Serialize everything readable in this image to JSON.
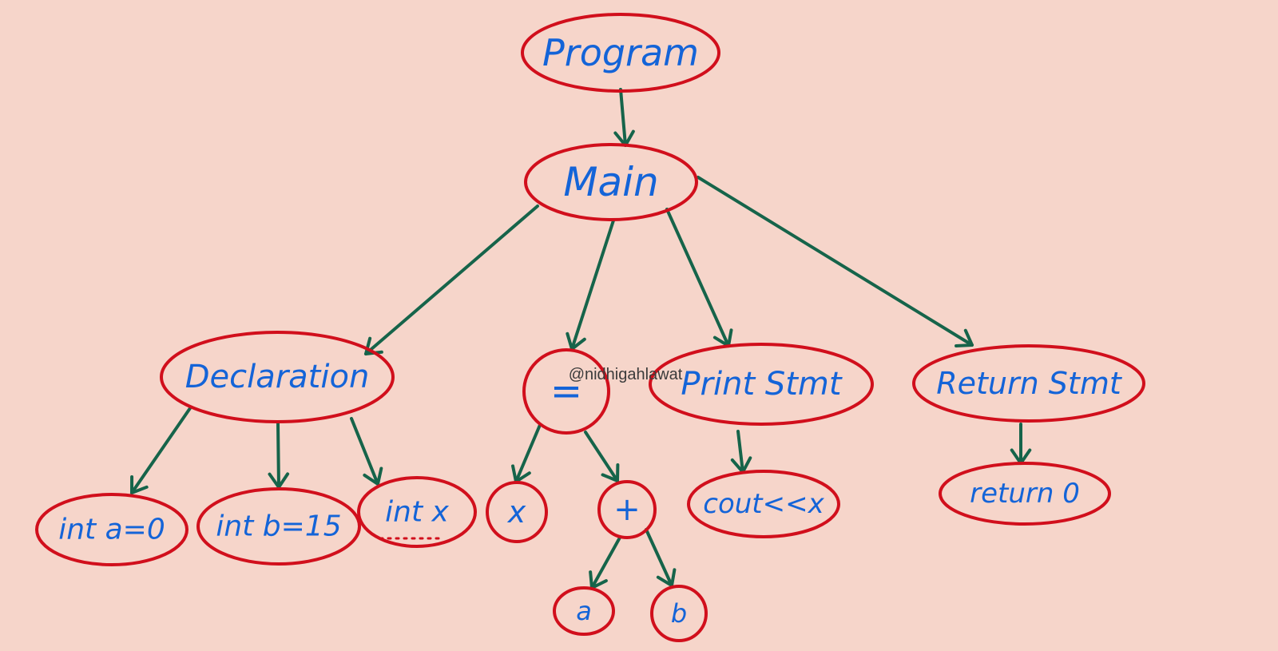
{
  "diagram": {
    "type": "tree",
    "colors": {
      "background": "#f6d5ca",
      "node_outline": "#d10f1c",
      "node_text": "#1464d8",
      "edge": "#16644a",
      "watermark": "#3b3b3b"
    },
    "nodes": {
      "program": "Program",
      "main": "Main",
      "declaration": "Declaration",
      "assign": "=",
      "print": "Print Stmt",
      "return": "Return Stmt",
      "int_a": "int a=0",
      "int_b": "int b=15",
      "int_x": "int x",
      "x": "x",
      "plus": "+",
      "cout": "cout<<x",
      "return0": "return 0",
      "a": "a",
      "b": "b"
    },
    "edges": [
      [
        "program",
        "main"
      ],
      [
        "main",
        "declaration"
      ],
      [
        "main",
        "assign"
      ],
      [
        "main",
        "print"
      ],
      [
        "main",
        "return"
      ],
      [
        "declaration",
        "int_a"
      ],
      [
        "declaration",
        "int_b"
      ],
      [
        "declaration",
        "int_x"
      ],
      [
        "assign",
        "x"
      ],
      [
        "assign",
        "plus"
      ],
      [
        "print",
        "cout"
      ],
      [
        "return",
        "return0"
      ],
      [
        "plus",
        "a"
      ],
      [
        "plus",
        "b"
      ]
    ],
    "watermark": "@nidhigahlawat"
  }
}
